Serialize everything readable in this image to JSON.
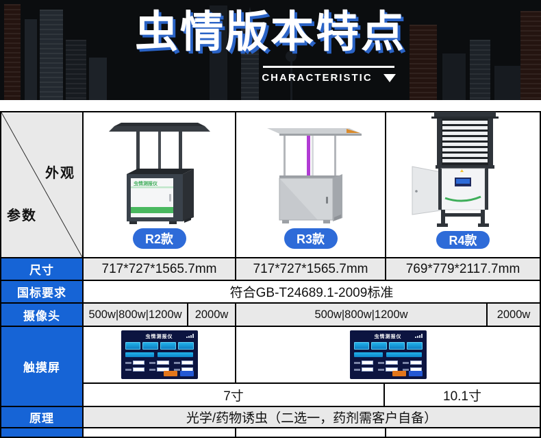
{
  "header": {
    "title": "虫情版本特点",
    "subtitle": "CHARACTERISTIC"
  },
  "colors": {
    "accent_blue": "#1664d6",
    "pill_blue": "#2e6bd8",
    "title_shadow_blue": "#2a63c6",
    "row_gray": "#e9e9e9",
    "screen_navy": "#0c1440",
    "screen_cyan": "#18a8e2",
    "screen_orange": "#e2761b",
    "product_green": "#3fae5a"
  },
  "table": {
    "corner": {
      "top_label": "外观",
      "bottom_label": "参数"
    },
    "products": [
      {
        "label": "R2款",
        "door_text": "虫情测报仪"
      },
      {
        "label": "R3款"
      },
      {
        "label": "R4款"
      }
    ],
    "rows": {
      "size": {
        "label": "尺寸",
        "values": [
          "717*727*1565.7mm",
          "717*727*1565.7mm",
          "769*779*2117.7mm"
        ]
      },
      "standard": {
        "label": "国标要求",
        "value": "符合GB-T24689.1-2009标准"
      },
      "camera": {
        "label": "摄像头",
        "values": [
          "500w|800w|1200w",
          "2000w",
          "500w|800w|1200w",
          "2000w"
        ]
      },
      "touchscreen": {
        "label": "触摸屏",
        "screen_title": "虫情测报仪",
        "sizes": [
          "7寸",
          "10.1寸"
        ]
      },
      "principle": {
        "label": "原理",
        "value": "光学/药物诱虫（二选一，药剂需客户自备）"
      }
    }
  }
}
